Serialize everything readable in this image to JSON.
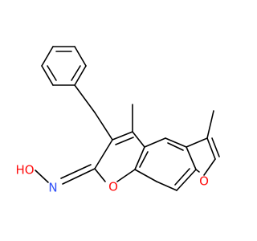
{
  "atoms": {
    "ho": {
      "text": "HO",
      "color": "#ff0d0d"
    },
    "n": {
      "text": "N",
      "color": "#3050f8"
    },
    "o_ring": {
      "text": "O",
      "color": "#ff0d0d"
    },
    "o_furan": {
      "text": "O",
      "color": "#ff0d0d"
    }
  }
}
